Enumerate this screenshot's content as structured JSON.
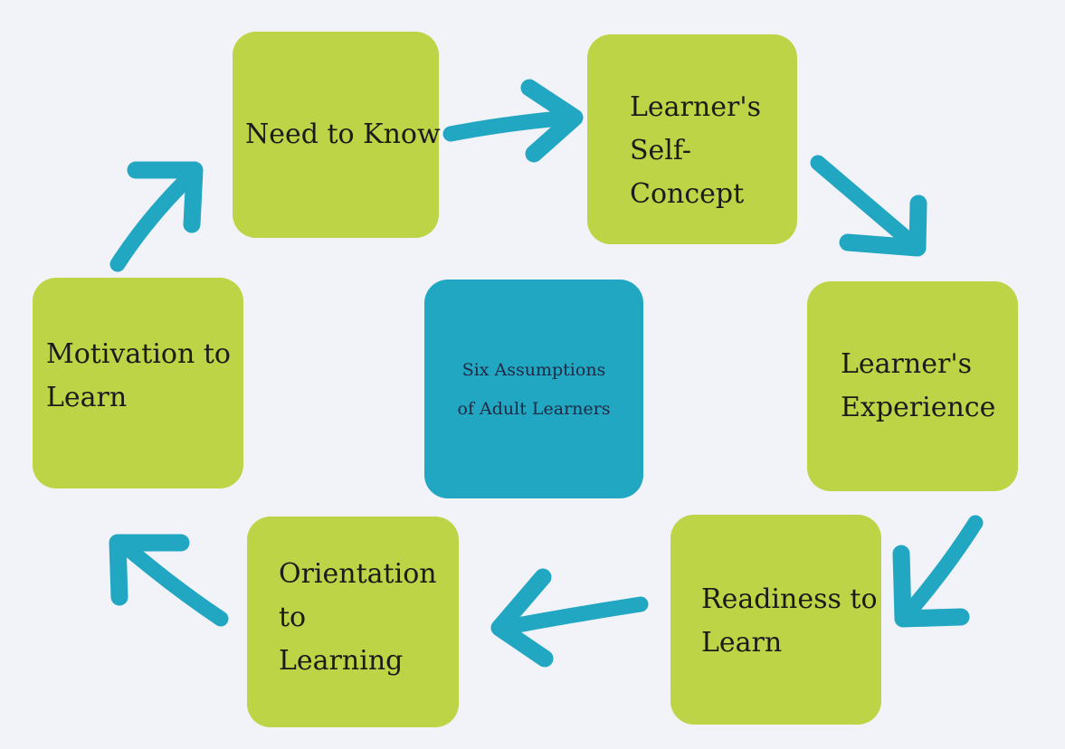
{
  "diagram": {
    "center": {
      "lines": [
        "Six Assumptions",
        "of Adult Learners"
      ]
    },
    "nodes": [
      {
        "id": "need-to-know",
        "lines": [
          "Need to Know"
        ]
      },
      {
        "id": "self-concept",
        "lines": [
          "Learner's",
          "Self-",
          "Concept"
        ]
      },
      {
        "id": "experience",
        "lines": [
          "Learner's",
          "Experience"
        ]
      },
      {
        "id": "readiness",
        "lines": [
          "Readiness to",
          "Learn"
        ]
      },
      {
        "id": "orientation",
        "lines": [
          "Orientation",
          "to",
          "Learning"
        ]
      },
      {
        "id": "motivation",
        "lines": [
          "Motivation to",
          "Learn"
        ]
      }
    ],
    "colors": {
      "background": "#f2f3f8",
      "node_fill": "#bcd445",
      "center_fill": "#22a7c3",
      "arrow": "#22a7c3",
      "text": "#1b1b1b"
    }
  }
}
